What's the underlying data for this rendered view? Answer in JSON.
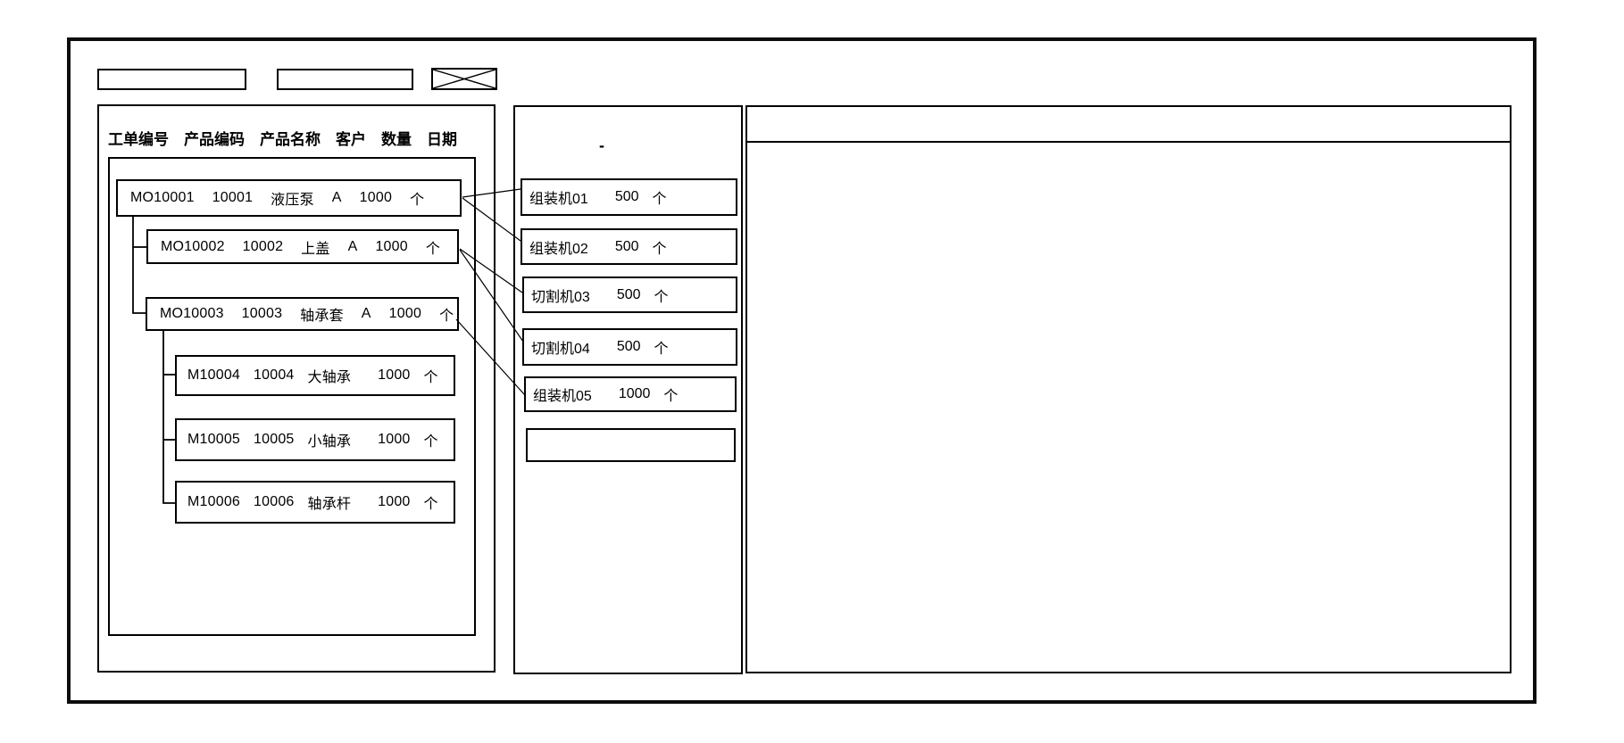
{
  "toolbar": {
    "field1_value": "",
    "field2_value": ""
  },
  "orders_panel": {
    "columns": [
      "工单编号",
      "产品编码",
      "产品名称",
      "客户",
      "数量",
      "日期"
    ],
    "orders": [
      {
        "order_no": "MO10001",
        "product_code": "10001",
        "product_name": "液压泵",
        "customer": "A",
        "qty": "1000",
        "unit": "个"
      },
      {
        "order_no": "MO10002",
        "product_code": "10002",
        "product_name": "上盖",
        "customer": "A",
        "qty": "1000",
        "unit": "个"
      },
      {
        "order_no": "MO10003",
        "product_code": "10003",
        "product_name": "轴承套",
        "customer": "A",
        "qty": "1000",
        "unit": "个"
      },
      {
        "order_no": "M10004",
        "product_code": "10004",
        "product_name": "大轴承",
        "customer": "",
        "qty": "1000",
        "unit": "个"
      },
      {
        "order_no": "M10005",
        "product_code": "10005",
        "product_name": "小轴承",
        "customer": "",
        "qty": "1000",
        "unit": "个"
      },
      {
        "order_no": "M10006",
        "product_code": "10006",
        "product_name": "轴承杆",
        "customer": "",
        "qty": "1000",
        "unit": "个"
      }
    ]
  },
  "machines_panel": {
    "dash_mark": "-",
    "machines": [
      {
        "name": "组装机01",
        "qty": "500",
        "unit": "个"
      },
      {
        "name": "组装机02",
        "qty": "500",
        "unit": "个"
      },
      {
        "name": "切割机03",
        "qty": "500",
        "unit": "个"
      },
      {
        "name": "切割机04",
        "qty": "500",
        "unit": "个"
      },
      {
        "name": "组装机05",
        "qty": "1000",
        "unit": "个"
      },
      {
        "name": "",
        "qty": "",
        "unit": ""
      }
    ]
  },
  "schedule_panel": {},
  "colors": {
    "stroke": "#000000",
    "background": "#ffffff"
  }
}
